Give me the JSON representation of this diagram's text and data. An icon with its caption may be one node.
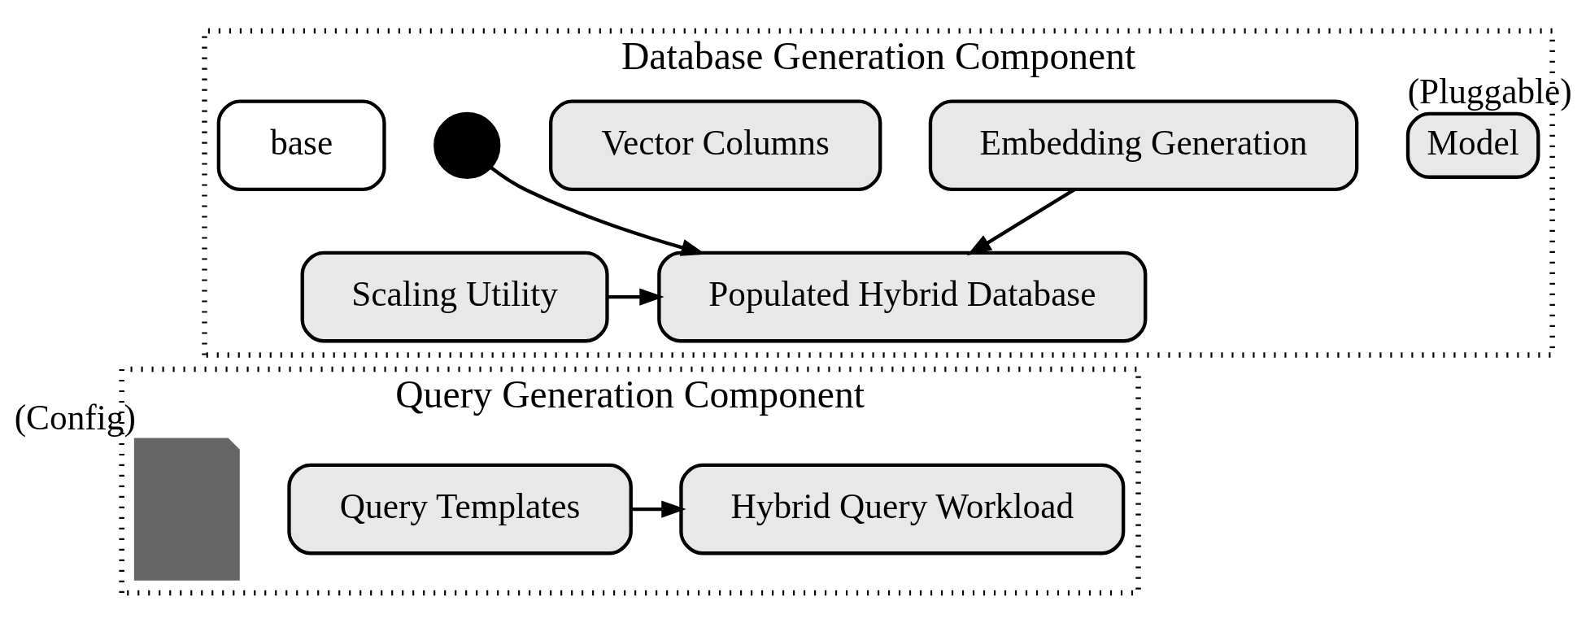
{
  "diagram": {
    "nodes": [
      {
        "text": [
          "Database Generation Component"
        ]
      },
      {
        "text": [
          "base"
        ],
        "in": 0
      },
      {
        "text": [],
        "shape": "circle",
        "in": 0
      },
      {
        "text": [
          "Vector Columns"
        ],
        "in": 0
      },
      {
        "text": [
          "Populated Hybrid Database"
        ],
        "in": 0
      },
      {
        "text": [
          "Embedding Generation"
        ],
        "in": 0
      },
      {
        "text": [
          "Model"
        ],
        "in": 0,
        "beside": [
          "(Pluggable)"
        ]
      },
      {
        "text": [
          "Scaling Utility"
        ],
        "in": 0
      },
      {
        "text": [
          "Query Generation Component"
        ]
      },
      {
        "text": [
          "Hybrid Query Workload"
        ],
        "in": 8
      },
      {
        "text": [
          "Query Templates"
        ],
        "in": 8
      },
      {
        "text": [],
        "shape": "document",
        "in": 8,
        "beside": [
          "(Config)"
        ]
      }
    ],
    "edges": [
      {
        "from": 2,
        "to": 4,
        "arrow": "to"
      },
      {
        "from": 5,
        "to": 4,
        "arrow": "to"
      },
      {
        "from": 7,
        "to": 4,
        "arrow": "to"
      },
      {
        "from": 10,
        "to": 9,
        "arrow": "to"
      }
    ]
  }
}
